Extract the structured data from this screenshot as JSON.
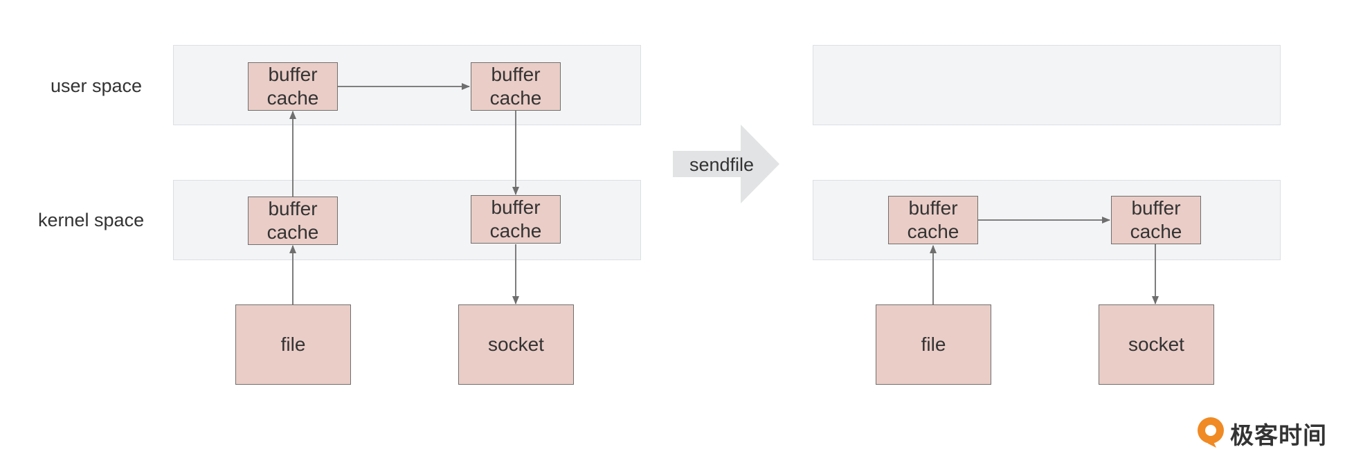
{
  "diagram": {
    "row_labels": {
      "user_space": "user space",
      "kernel_space": "kernel space"
    },
    "left": {
      "user_buffer_1": [
        "buffer",
        "cache"
      ],
      "user_buffer_2": [
        "buffer",
        "cache"
      ],
      "kernel_buffer_1": [
        "buffer",
        "cache"
      ],
      "kernel_buffer_2": [
        "buffer",
        "cache"
      ],
      "file": "file",
      "socket": "socket"
    },
    "transition_label": "sendfile",
    "right": {
      "kernel_buffer_1": [
        "buffer",
        "cache"
      ],
      "kernel_buffer_2": [
        "buffer",
        "cache"
      ],
      "file": "file",
      "socket": "socket"
    }
  },
  "logo": {
    "text": "极客时间"
  },
  "colors": {
    "band_fill": "#f3f4f6",
    "box_fill": "#eacdc7",
    "line": "#6e6e6e",
    "big_arrow": "#e2e3e5",
    "logo_orange": "#f08a24"
  }
}
